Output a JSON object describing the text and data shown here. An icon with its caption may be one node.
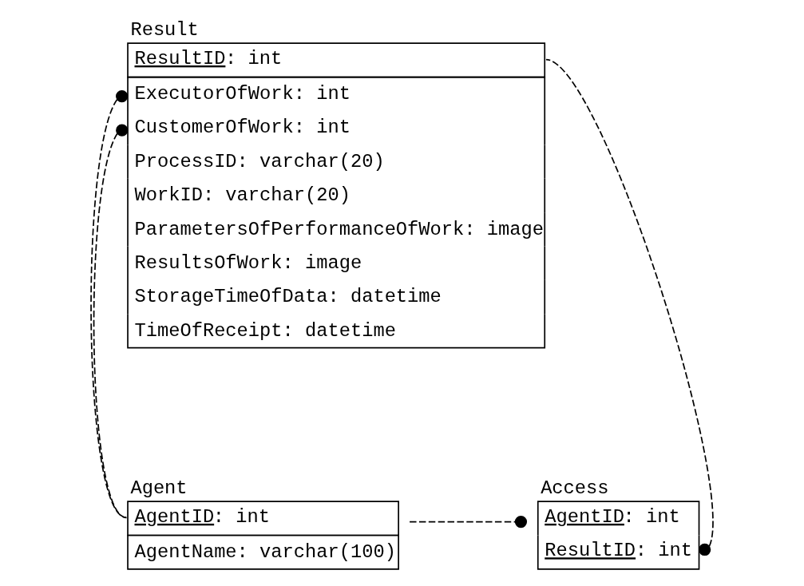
{
  "diagram": {
    "nodes": [
      {
        "text": [
          "Result",
          "ResultID: int",
          "ExecutorOfWork: int",
          "CustomerOfWork: int",
          "ProcessID: varchar(20)",
          "WorkID: varchar(20)",
          "ParametersOfPerformanceOfWork: image",
          "ResultsOfWork: image",
          "StorageTimeOfData: datetime",
          "TimeOfReceipt: datetime"
        ]
      },
      {
        "text": [
          "Agent",
          "AgentID: int",
          "AgentName: varchar(100)"
        ]
      },
      {
        "text": [
          "Access",
          "AgentID: int",
          "ResultID: int"
        ]
      }
    ],
    "edges": [
      {
        "from": 0,
        "to": 1,
        "arrow": "other",
        "style": "dashed"
      },
      {
        "from": 0,
        "to": 1,
        "arrow": "other",
        "style": "dashed"
      },
      {
        "from": 1,
        "to": 2,
        "arrow": "other",
        "style": "dashed"
      },
      {
        "from": 2,
        "to": 0,
        "arrow": "other",
        "style": "dashed"
      }
    ]
  }
}
